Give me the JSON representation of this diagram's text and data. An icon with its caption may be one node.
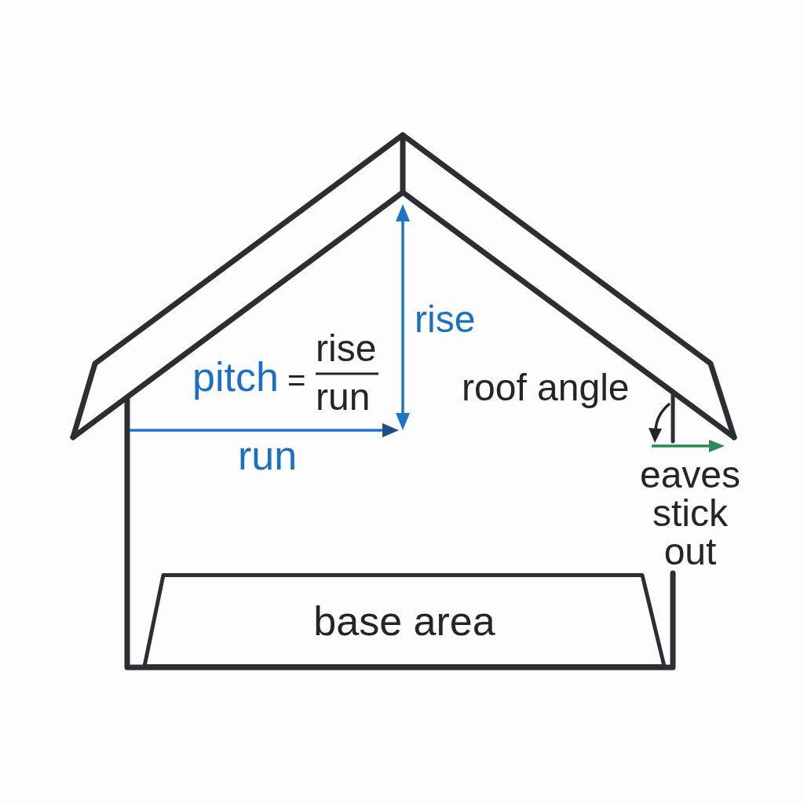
{
  "diagram": {
    "nodes": [
      {
        "text": [
          "base area"
        ]
      }
    ],
    "labels": [
      "rise",
      "pitch",
      "=",
      "rise",
      "run",
      "roof angle",
      "run",
      "eaves stick out"
    ]
  }
}
